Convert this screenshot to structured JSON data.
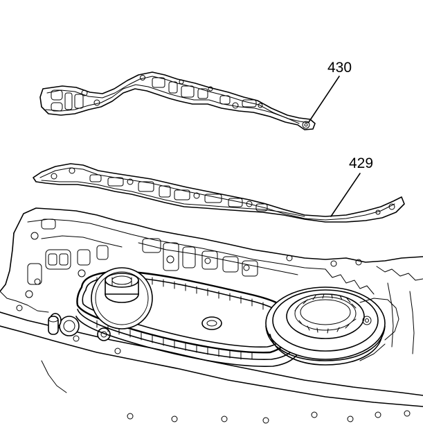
{
  "callouts": [
    {
      "id": "gasket-upper",
      "label": "430"
    },
    {
      "id": "gasket-lower",
      "label": "429"
    }
  ]
}
